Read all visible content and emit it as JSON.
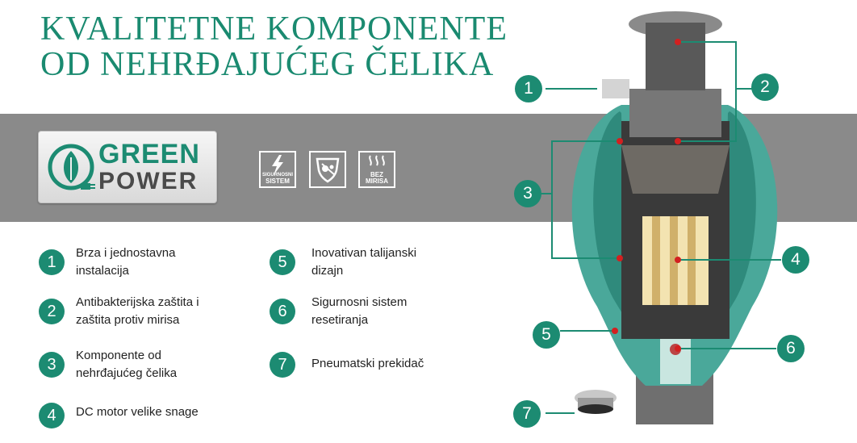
{
  "title": {
    "line1": "KVALITETNE KOMPONENTE",
    "line2": "OD NEHRĐAJUĆEG ČELIKA"
  },
  "logo": {
    "word1": "GREEN",
    "word2": "POWER",
    "brand_color": "#1c8b72",
    "icon": "leaf-plug-icon"
  },
  "badges": [
    {
      "icon": "lightning-icon",
      "caption_line1": "SIGURNOSNI",
      "caption_line2": "SISTEM"
    },
    {
      "icon": "shield-bacteria-icon",
      "caption_line1": "",
      "caption_line2": ""
    },
    {
      "icon": "odor-waves-icon",
      "caption_line1": "BEZ",
      "caption_line2": "MIRISA"
    }
  ],
  "features": [
    {
      "number": "1",
      "text": "Brza i jednostavna instalacija"
    },
    {
      "number": "2",
      "text": "Antibakterijska zaštita i zaštita protiv mirisa"
    },
    {
      "number": "3",
      "text": "Komponente od nehrđajućeg čelika"
    },
    {
      "number": "4",
      "text": "DC motor velike snage"
    },
    {
      "number": "5",
      "text": "Inovativan talijanski dizajn"
    },
    {
      "number": "6",
      "text": "Sigurnosni sistem resetiranja"
    },
    {
      "number": "7",
      "text": "Pneumatski prekidač"
    }
  ],
  "callouts": [
    "1",
    "2",
    "3",
    "4",
    "5",
    "6",
    "7"
  ],
  "colors": {
    "accent": "#1c8b72",
    "band": "#8a8a8a",
    "teal_body": "#4aa89a",
    "marker_red": "#d32020"
  }
}
